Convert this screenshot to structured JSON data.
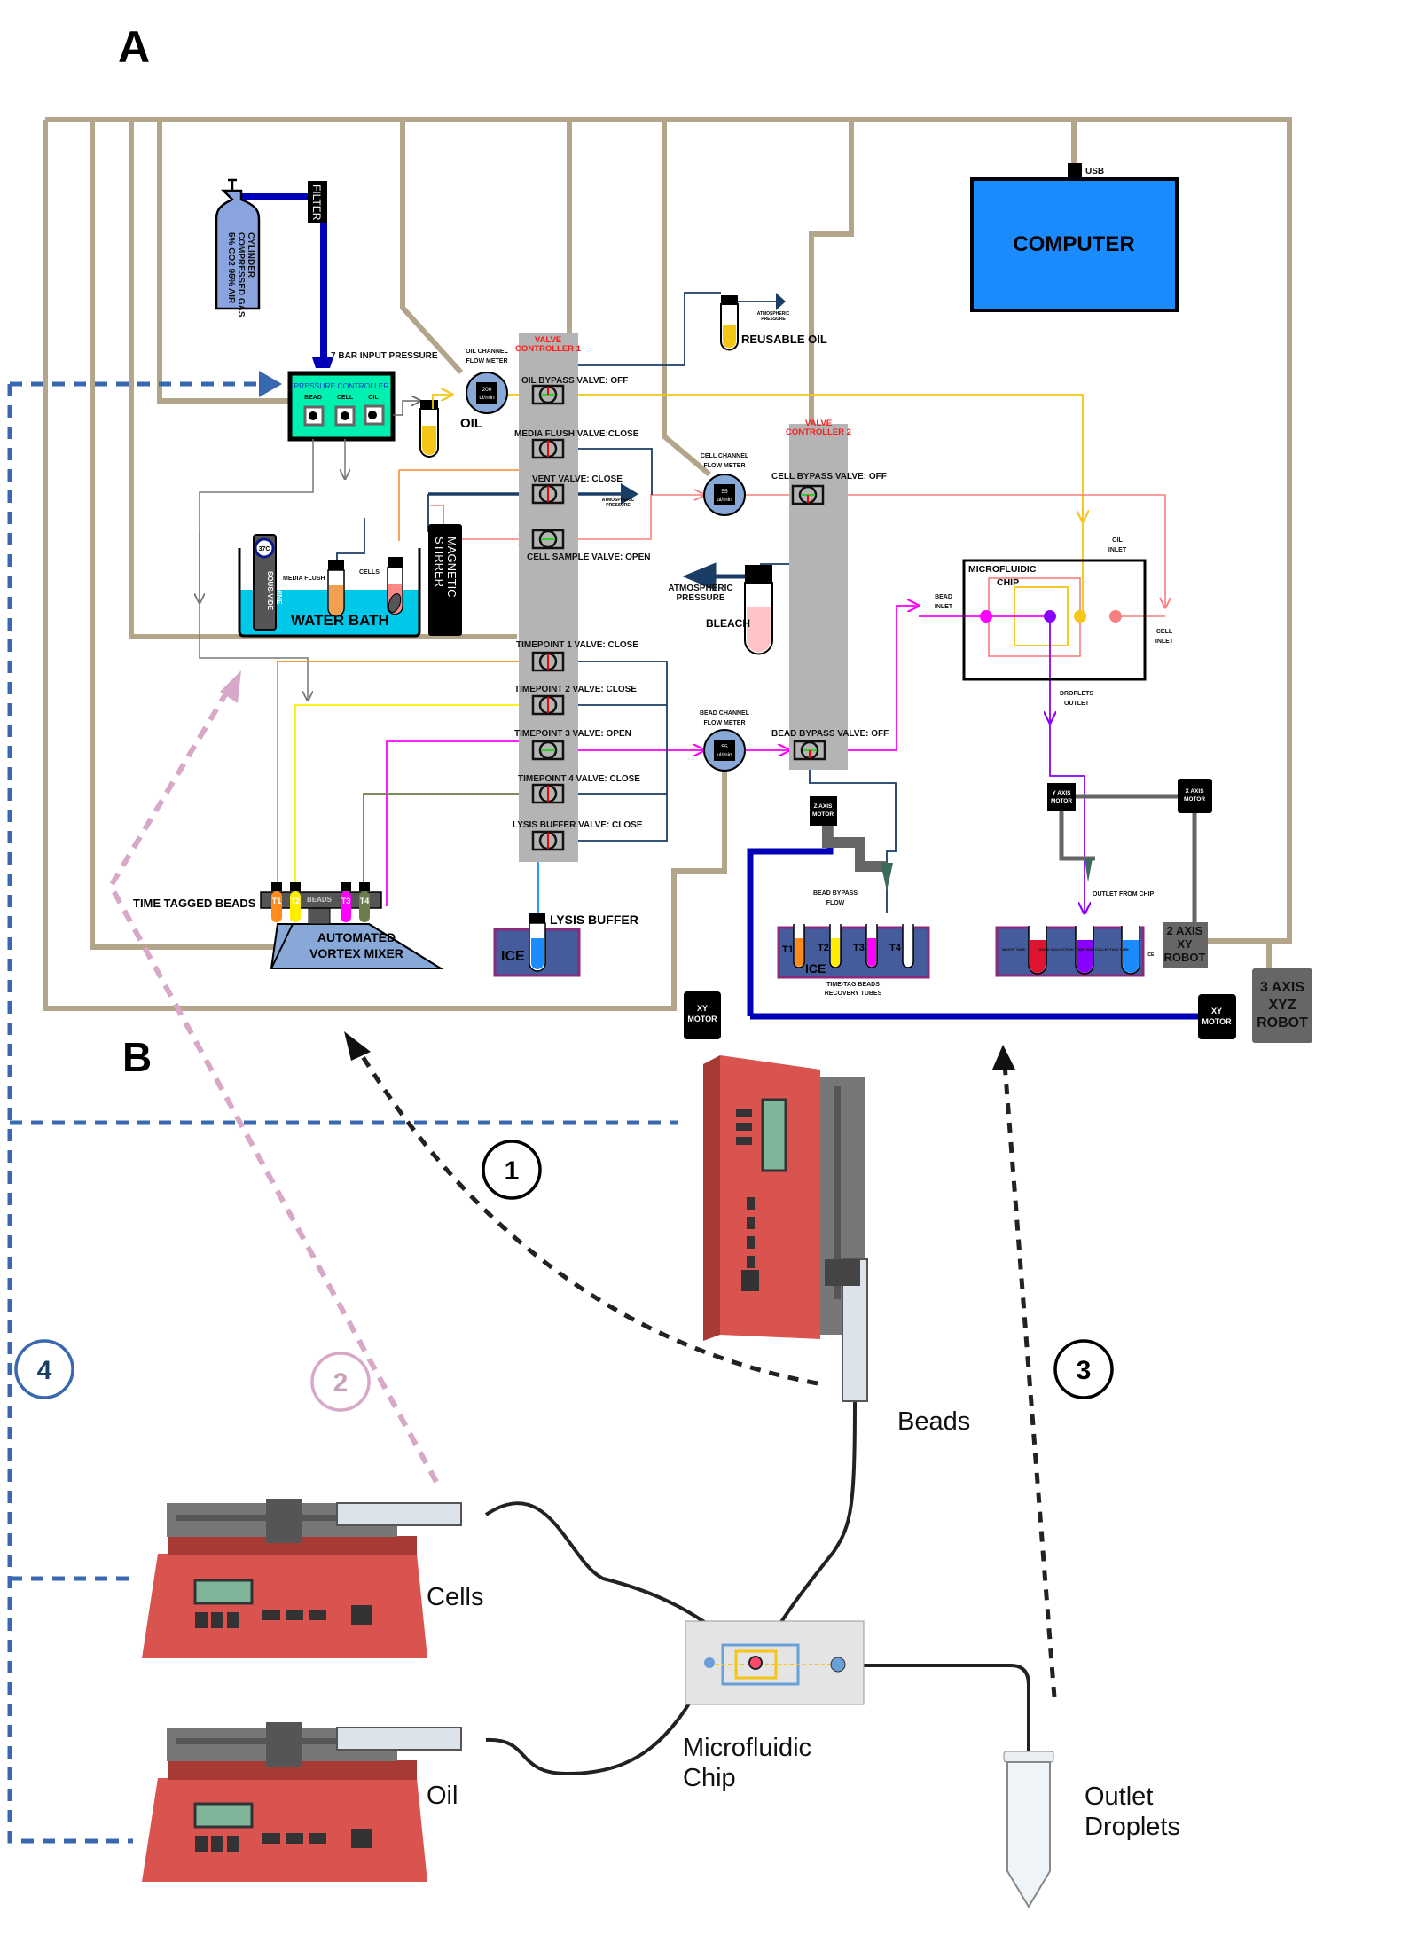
{
  "panels": {
    "a": "A",
    "b": "B"
  },
  "computer": {
    "label": "COMPUTER",
    "usb": "USB"
  },
  "gas": {
    "cylinder_label": [
      "5% CO2 95% AIR",
      "COMPRESSED GAS",
      "CYLINDER"
    ],
    "filter": "FILTER",
    "input_pressure": "7 BAR INPUT PRESSURE"
  },
  "pressure_controller": {
    "title": "PRESSURE CONTROLLER",
    "channels": [
      "BEAD",
      "CELL",
      "OIL"
    ]
  },
  "oil": {
    "label": "OIL",
    "reusable": "REUSABLE OIL",
    "atmospheric": [
      "ATMOSPHERIC",
      "PRESSURE"
    ]
  },
  "flow_meters": {
    "oil": {
      "label": [
        "OIL CHANNEL",
        "FLOW METER"
      ],
      "value": "200",
      "unit": "ul/min"
    },
    "cell": {
      "label": [
        "CELL CHANNEL",
        "FLOW METER"
      ],
      "value": "55",
      "unit": "ul/min"
    },
    "bead": {
      "label": [
        "BEAD CHANNEL",
        "FLOW METER"
      ],
      "value": "55",
      "unit": "ul/min"
    }
  },
  "valve_controllers": {
    "vc1": [
      "VALVE",
      "CONTROLLER 1"
    ],
    "vc2": [
      "VALVE",
      "CONTROLLER 2"
    ]
  },
  "valves": {
    "oil_bypass": "OIL BYPASS VALVE: OFF",
    "media_flush": "MEDIA FLUSH VALVE:CLOSE",
    "vent": "VENT VALVE: CLOSE",
    "cell_sample": "CELL SAMPLE VALVE: OPEN",
    "tp1": "TIMEPOINT 1 VALVE: CLOSE",
    "tp2": "TIMEPOINT 2 VALVE: CLOSE",
    "tp3": "TIMEPOINT 3 VALVE: OPEN",
    "tp4": "TIMEPOINT 4 VALVE: CLOSE",
    "lysis": "LYSIS BUFFER VALVE: CLOSE",
    "cell_bypass": "CELL BYPASS VALVE: OFF",
    "bead_bypass": "BEAD BYPASS VALVE: OFF"
  },
  "water_bath": {
    "label": "WATER BATH",
    "sous_vide": [
      "SOUS-VIDE",
      "MACHINE"
    ],
    "temp": "37C",
    "media_flush": "MEDIA FLUSH",
    "cells": "CELLS",
    "stirrer": [
      "MAGNETIC",
      "STIRRER"
    ]
  },
  "bleach": {
    "label": "BLEACH",
    "atmospheric": [
      "ATMOSPHERIC",
      "PRESSURE"
    ]
  },
  "chip": {
    "title": [
      "MICROFLUIDIC",
      "CHIP"
    ],
    "bead_inlet": [
      "BEAD",
      "INLET"
    ],
    "oil_inlet": [
      "OIL",
      "INLET"
    ],
    "cell_inlet": [
      "CELL",
      "INLET"
    ],
    "droplets_outlet": [
      "DROPLETS",
      "OUTLET"
    ]
  },
  "robots": {
    "y_motor": [
      "Y AXIS",
      "MOTOR"
    ],
    "x_motor": [
      "X AXIS",
      "MOTOR"
    ],
    "z_motor": [
      "Z AXIS",
      "MOTOR"
    ],
    "xy_motor": [
      "XY",
      "MOTOR"
    ],
    "robot2": [
      "2 AXIS",
      "XY",
      "ROBOT"
    ],
    "robot3": [
      "3 AXIS",
      "XYZ",
      "ROBOT"
    ]
  },
  "outlet": {
    "label": "OUTLET FROM CHIP",
    "tubes": [
      "WASTE TUBE",
      "GOOD COLLECTION TUBE",
      "BAD COLLECTION TUBE"
    ],
    "ice": "ICE"
  },
  "beads": {
    "label": "TIME TAGGED BEADS",
    "bar": "BEADS",
    "tubes": [
      "T1",
      "T2",
      "T3",
      "T4"
    ],
    "mixer": [
      "AUTOMATED",
      "VORTEX MIXER"
    ]
  },
  "lysis": {
    "label": "LYSIS BUFFER",
    "ice": "ICE"
  },
  "recovery": {
    "bypass_flow": [
      "BEAD BYPASS",
      "FLOW"
    ],
    "ice": "ICE",
    "tubes": [
      "T1",
      "T2",
      "T3",
      "T4"
    ],
    "caption": [
      "TIME-TAG BEADS",
      "RECOVERY TUBES"
    ]
  },
  "panel_b": {
    "beads": "Beads",
    "cells": "Cells",
    "oil": "Oil",
    "chip": [
      "Microfluidic",
      "Chip"
    ],
    "outlet": [
      "Outlet",
      "Droplets"
    ],
    "steps": [
      "1",
      "2",
      "3",
      "4"
    ]
  },
  "colors": {
    "frame": "#b2a58a",
    "oil": "#f5c518",
    "cell": "#f87f7f",
    "bead": "#ff00ff",
    "droplet": "#8a00ff",
    "computer": "#1a8cff",
    "pump": "#d9534f"
  }
}
